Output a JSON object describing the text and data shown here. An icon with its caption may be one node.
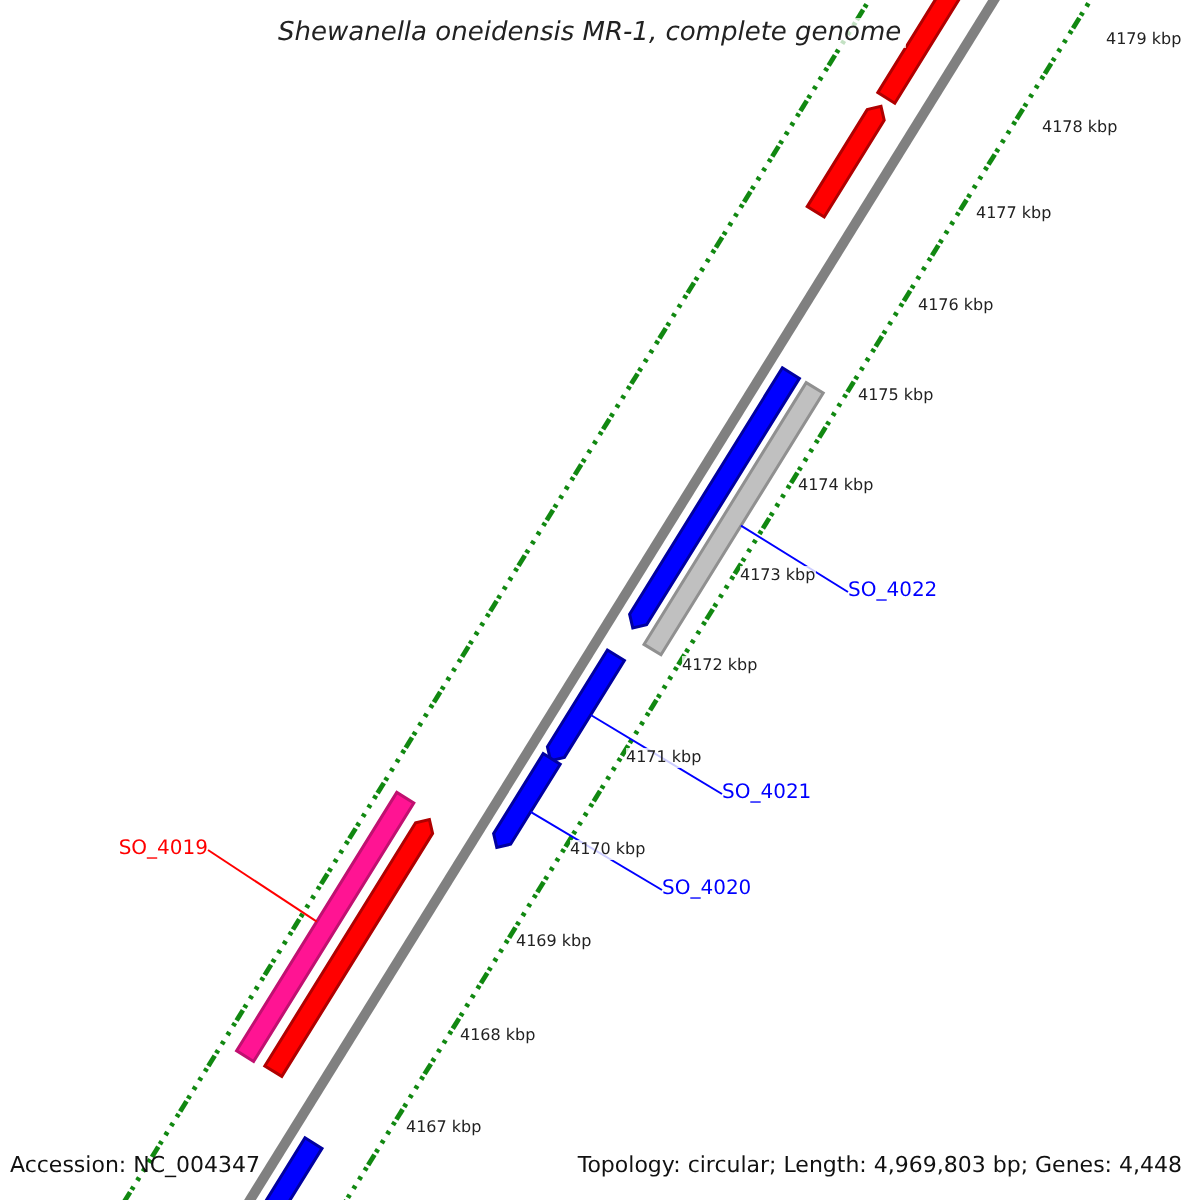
{
  "diagram": {
    "title": "Shewanella oneidensis MR-1, complete genome",
    "nodes": [
      {
        "text": [],
        "shape": "arrow"
      },
      {
        "text": [],
        "shape": "arrow"
      },
      {
        "text": [],
        "shape": "arrow"
      },
      {
        "text": [],
        "shape": "bar"
      },
      {
        "text": [
          "SO_4022"
        ]
      },
      {
        "text": [],
        "shape": "arrow"
      },
      {
        "text": [
          "SO_4021"
        ]
      },
      {
        "text": [
          "SO_4019"
        ]
      },
      {
        "text": [],
        "shape": "arrow"
      },
      {
        "text": [
          "SO_4020"
        ]
      },
      {
        "text": [],
        "shape": "bar"
      },
      {
        "text": [],
        "shape": "arrow"
      },
      {
        "text": [],
        "shape": "arrow"
      }
    ],
    "edges": [
      {
        "from": 4,
        "to": 3,
        "arrow": "none"
      },
      {
        "from": 6,
        "to": 5,
        "arrow": "none"
      },
      {
        "from": 7,
        "to": 10,
        "arrow": "none",
        "color": "#ff0000"
      },
      {
        "from": 9,
        "to": 8,
        "arrow": "none"
      }
    ],
    "labels": [
      "4179 kbp",
      "4178 kbp",
      "4177 kbp",
      "4176 kbp",
      "4175 kbp",
      "4174 kbp",
      "4173 kbp",
      "4172 kbp",
      "4171 kbp",
      "4170 kbp",
      "4169 kbp",
      "4168 kbp",
      "4167 kbp",
      "Accession: NC_004347",
      "Topology: circular; Length: 4,969,803 bp; Genes: 4,448"
    ]
  }
}
